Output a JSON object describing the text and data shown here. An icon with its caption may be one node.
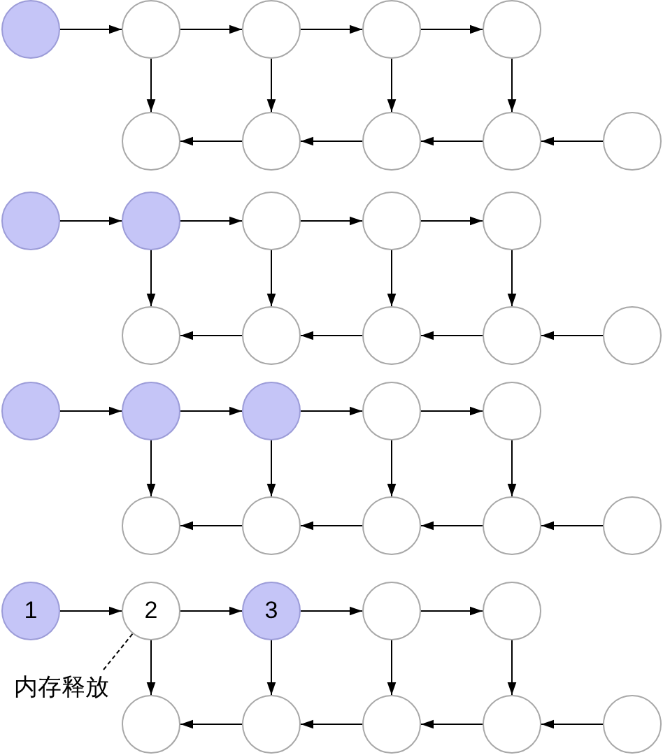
{
  "diagram": {
    "nodes": [
      {
        "text": [],
        "shape": "circle"
      },
      {
        "text": [],
        "shape": "circle"
      },
      {
        "text": [],
        "shape": "circle"
      },
      {
        "text": [],
        "shape": "circle"
      },
      {
        "text": [],
        "shape": "circle"
      },
      {
        "text": [],
        "shape": "circle"
      },
      {
        "text": [],
        "shape": "circle"
      },
      {
        "text": [],
        "shape": "circle"
      },
      {
        "text": [],
        "shape": "circle"
      },
      {
        "text": [],
        "shape": "circle"
      },
      {
        "text": [],
        "shape": "circle"
      },
      {
        "text": [],
        "shape": "circle"
      },
      {
        "text": [],
        "shape": "circle"
      },
      {
        "text": [],
        "shape": "circle"
      },
      {
        "text": [],
        "shape": "circle"
      },
      {
        "text": [],
        "shape": "circle"
      },
      {
        "text": [],
        "shape": "circle"
      },
      {
        "text": [],
        "shape": "circle"
      },
      {
        "text": [],
        "shape": "circle"
      },
      {
        "text": [],
        "shape": "circle"
      },
      {
        "text": [],
        "shape": "circle"
      },
      {
        "text": [],
        "shape": "circle"
      },
      {
        "text": [],
        "shape": "circle"
      },
      {
        "text": [],
        "shape": "circle"
      },
      {
        "text": [],
        "shape": "circle"
      },
      {
        "text": [],
        "shape": "circle"
      },
      {
        "text": [],
        "shape": "circle"
      },
      {
        "text": [],
        "shape": "circle"
      },
      {
        "text": [],
        "shape": "circle"
      },
      {
        "text": [],
        "shape": "circle"
      },
      {
        "text": [
          "1"
        ]
      },
      {
        "text": [
          "2"
        ]
      },
      {
        "text": [
          "3"
        ]
      },
      {
        "text": [],
        "shape": "circle"
      },
      {
        "text": [],
        "shape": "circle"
      },
      {
        "text": [
          "内存释放"
        ]
      },
      {
        "text": [],
        "shape": "circle"
      },
      {
        "text": [],
        "shape": "circle"
      },
      {
        "text": [],
        "shape": "circle"
      },
      {
        "text": [],
        "shape": "circle"
      },
      {
        "text": [],
        "shape": "circle"
      }
    ],
    "edges": [
      {
        "from": 0,
        "to": 1,
        "arrow": "to"
      },
      {
        "from": 1,
        "to": 2,
        "arrow": "to"
      },
      {
        "from": 2,
        "to": 3,
        "arrow": "to"
      },
      {
        "from": 3,
        "to": 4,
        "arrow": "to"
      },
      {
        "from": 1,
        "to": 5,
        "arrow": "to"
      },
      {
        "from": 2,
        "to": 6,
        "arrow": "to"
      },
      {
        "from": 3,
        "to": 7,
        "arrow": "to"
      },
      {
        "from": 4,
        "to": 8,
        "arrow": "to"
      },
      {
        "from": 6,
        "to": 5,
        "arrow": "to"
      },
      {
        "from": 7,
        "to": 6,
        "arrow": "to"
      },
      {
        "from": 8,
        "to": 7,
        "arrow": "to"
      },
      {
        "from": 9,
        "to": 8,
        "arrow": "to"
      },
      {
        "from": 10,
        "to": 11,
        "arrow": "to"
      },
      {
        "from": 11,
        "to": 12,
        "arrow": "to"
      },
      {
        "from": 12,
        "to": 13,
        "arrow": "to"
      },
      {
        "from": 13,
        "to": 14,
        "arrow": "to"
      },
      {
        "from": 11,
        "to": 15,
        "arrow": "to"
      },
      {
        "from": 12,
        "to": 16,
        "arrow": "to"
      },
      {
        "from": 13,
        "to": 17,
        "arrow": "to"
      },
      {
        "from": 14,
        "to": 18,
        "arrow": "to"
      },
      {
        "from": 16,
        "to": 15,
        "arrow": "to"
      },
      {
        "from": 17,
        "to": 16,
        "arrow": "to"
      },
      {
        "from": 18,
        "to": 17,
        "arrow": "to"
      },
      {
        "from": 19,
        "to": 18,
        "arrow": "to"
      },
      {
        "from": 20,
        "to": 21,
        "arrow": "to"
      },
      {
        "from": 21,
        "to": 22,
        "arrow": "to"
      },
      {
        "from": 22,
        "to": 23,
        "arrow": "to"
      },
      {
        "from": 23,
        "to": 24,
        "arrow": "to"
      },
      {
        "from": 21,
        "to": 25,
        "arrow": "to"
      },
      {
        "from": 22,
        "to": 26,
        "arrow": "to"
      },
      {
        "from": 23,
        "to": 27,
        "arrow": "to"
      },
      {
        "from": 24,
        "to": 28,
        "arrow": "to"
      },
      {
        "from": 26,
        "to": 25,
        "arrow": "to"
      },
      {
        "from": 27,
        "to": 26,
        "arrow": "to"
      },
      {
        "from": 28,
        "to": 27,
        "arrow": "to"
      },
      {
        "from": 29,
        "to": 28,
        "arrow": "to"
      },
      {
        "from": 30,
        "to": 31,
        "arrow": "to"
      },
      {
        "from": 31,
        "to": 32,
        "arrow": "to"
      },
      {
        "from": 32,
        "to": 33,
        "arrow": "to"
      },
      {
        "from": 33,
        "to": 34,
        "arrow": "to"
      },
      {
        "from": 31,
        "to": 36,
        "arrow": "to"
      },
      {
        "from": 32,
        "to": 37,
        "arrow": "to"
      },
      {
        "from": 33,
        "to": 38,
        "arrow": "to"
      },
      {
        "from": 34,
        "to": 39,
        "arrow": "to"
      },
      {
        "from": 37,
        "to": 36,
        "arrow": "to"
      },
      {
        "from": 38,
        "to": 37,
        "arrow": "to"
      },
      {
        "from": 39,
        "to": 38,
        "arrow": "to"
      },
      {
        "from": 40,
        "to": 39,
        "arrow": "to"
      },
      {
        "from": 35,
        "to": 31,
        "arrow": "none",
        "style": "dashed"
      }
    ]
  }
}
